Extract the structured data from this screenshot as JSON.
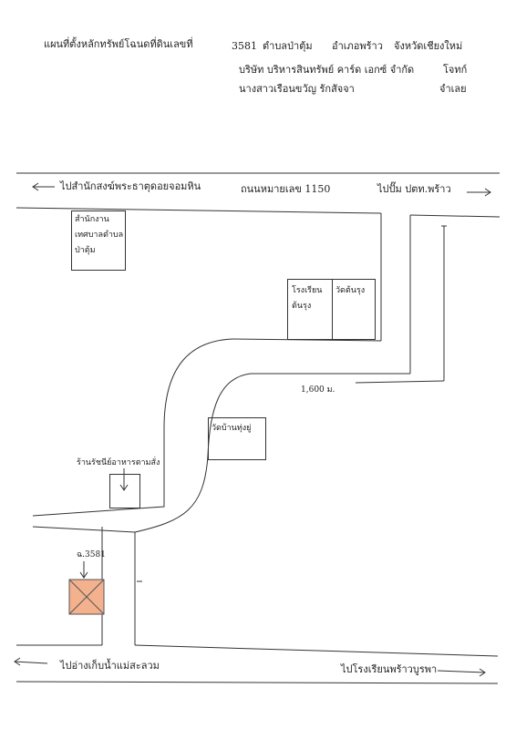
{
  "header": {
    "title": "แผนที่ตั้งหลักทรัพย์โฉนดที่ดินเลขที่",
    "deed_no": "3581",
    "subdistrict": "ตำบลป่าตุ้ม",
    "district": "อำเภอพร้าว",
    "province": "จังหวัดเชียงใหม่",
    "plaintiff": "บริษัท บริหารสินทรัพย์ คาร์ด เอกซ์ จำกัด",
    "plaintiff_role": "โจทก์",
    "defendant": "นางสาวเรือนขวัญ รักสัจจา",
    "defendant_role": "จำเลย"
  },
  "roads": {
    "top_left": "ไปสำนักสงฆ์พระธาตุดอยจอมหิน",
    "top_center": "ถนนหมายเลข 1150",
    "top_right": "ไปปั๊ม ปตท.พร้าว",
    "bottom_left": "ไปอ่างเก็บน้ำแม่สะลวม",
    "bottom_right": "ไปโรงเรียนพร้าวบูรพา",
    "distance": "1,600 ม."
  },
  "landmarks": {
    "office_line1": "สำนักงาน",
    "office_line2": "เทศบาลตำบล",
    "office_line3": "ป่าตุ้ม",
    "school_line1": "โรงเรียน",
    "school_line2": "ต้นรุง",
    "temple1": "วัดต้นรุง",
    "temple2": "วัดบ้านทุ่งยู่",
    "shop": "ร้านรัชนีย์อาหารตามสั่ง",
    "parcel_label": "ฉ.3581"
  },
  "colors": {
    "parcel_fill": "#f4b18e",
    "parcel_stroke": "#555555",
    "line": "#333333"
  }
}
